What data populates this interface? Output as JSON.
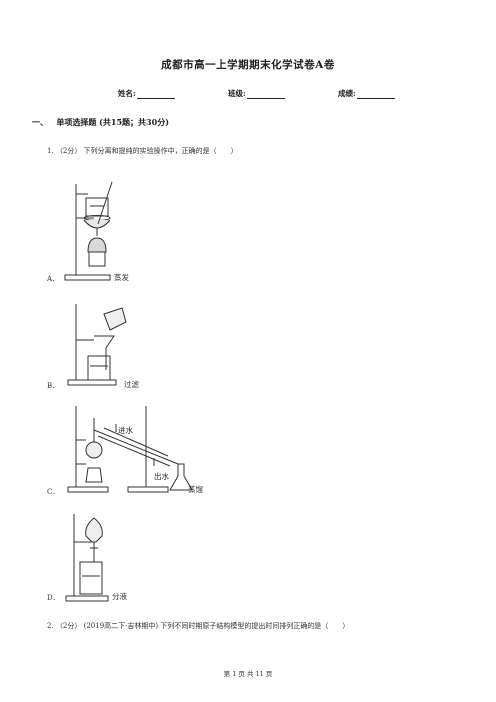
{
  "header": {
    "title": "成都市高一上学期期末化学试卷A卷"
  },
  "fields": {
    "name_label": "姓名:",
    "class_label": "班级:",
    "score_label": "成绩:"
  },
  "section1": {
    "number": "一、",
    "title": "单项选择题 (共15题；共30分)"
  },
  "q1": {
    "number": "1.",
    "score": "（2分）",
    "text": "下列分离和提纯的实验操作中，正确的是（　　）",
    "options": [
      {
        "letter": "A．",
        "caption": "蒸发"
      },
      {
        "letter": "B．",
        "caption": "过滤"
      },
      {
        "letter": "C．",
        "caption": "蒸馏"
      },
      {
        "letter": "D．",
        "caption": "分液"
      }
    ],
    "labels": {
      "water_in": "进水",
      "water_out": "出水"
    }
  },
  "q2": {
    "number": "2.",
    "score": "（2分）",
    "source": "(2019高二下·吉林期中)",
    "text": "下列不同时期原子结构模型的提出时间排列正确的是（　　）"
  },
  "footer": {
    "text": "第 1 页 共 11 页"
  }
}
